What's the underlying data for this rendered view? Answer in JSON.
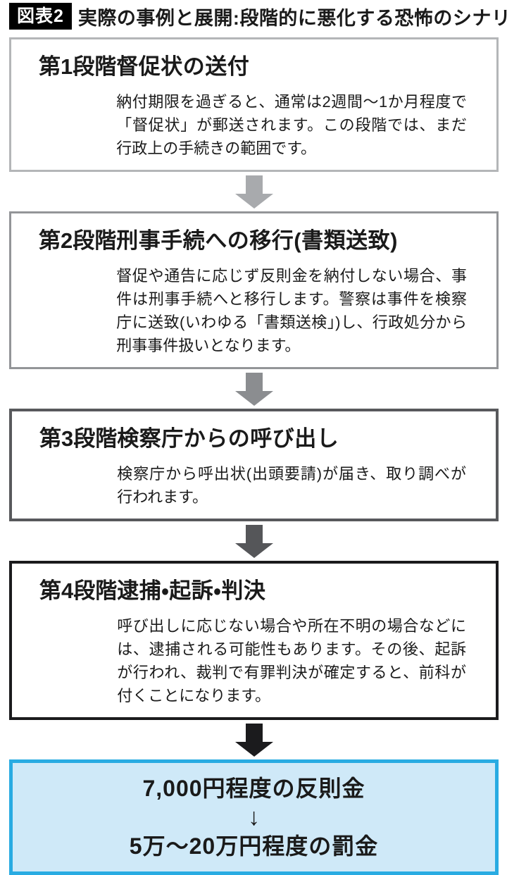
{
  "header": {
    "badge": "図表2",
    "title": "実際の事例と展開:段階的に悪化する恐怖のシナリオ"
  },
  "stages": [
    {
      "label": "第1段階",
      "title": "督促状の送付",
      "description": "納付期限を過ぎると、通常は2週間〜1か月程度で「督促状」が郵送されます。この段階では、まだ行政上の手続きの範囲です。",
      "border_color": "#b4b6b8",
      "arrow_color": "#a8aaad"
    },
    {
      "label": "第2段階",
      "title": "刑事手続への移行(書類送致)",
      "description": "督促や通告に応じず反則金を納付しない場合、事件は刑事手続へと移行します。警察は事件を検察庁に送致(いわゆる「書類送検」)し、行政処分から刑事事件扱いとなります。",
      "border_color": "#939598",
      "arrow_color": "#8b8d90"
    },
    {
      "label": "第3段階",
      "title": "検察庁からの呼び出し",
      "description": "検察庁から呼出状(出頭要請)が届き、取り調べが行われます。",
      "border_color": "#58595c",
      "arrow_color": "#555659"
    },
    {
      "label": "第4段階",
      "title": "逮捕・起訴・判決",
      "description": "呼び出しに応じない場合や所在不明の場合などには、逮捕される可能性もあります。その後、起訴が行われ、裁判で有罪判決が確定すると、前科が付くことになります。",
      "border_color": "#1b1b1d",
      "arrow_color": "#1b1b1d"
    }
  ],
  "result": {
    "before": "7,000円程度の反則金",
    "arrow_glyph": "↓",
    "after": "5万〜20万円程度の罰金",
    "border_color": "#29abe2",
    "background_color": "#cfe9f8"
  },
  "colors": {
    "text": "#1a1a1a",
    "badge_background": "#000000",
    "badge_text": "#ffffff"
  }
}
